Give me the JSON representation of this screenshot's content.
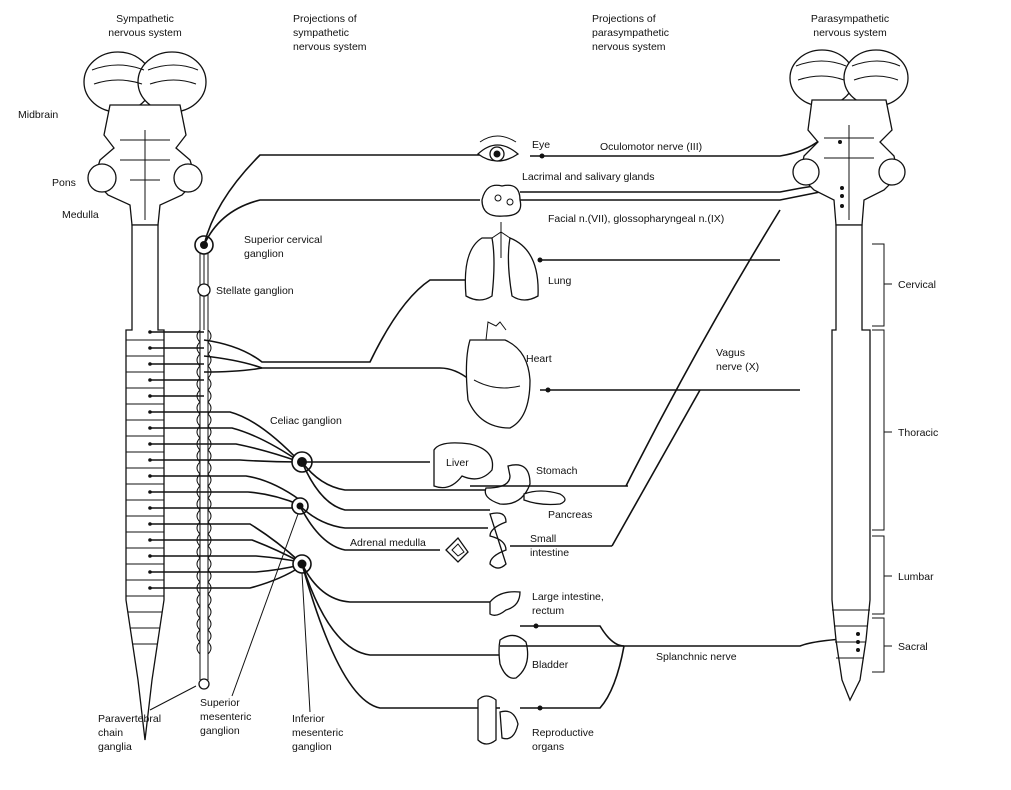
{
  "headers": {
    "sympathetic": [
      "Sympathetic",
      "nervous system"
    ],
    "proj_symp": [
      "Projections of",
      "sympathetic",
      "nervous system"
    ],
    "proj_para": [
      "Projections of",
      "parasympathetic",
      "nervous system"
    ],
    "parasympathetic": [
      "Parasympathetic",
      "nervous system"
    ]
  },
  "brain_labels": {
    "midbrain": "Midbrain",
    "pons": "Pons",
    "medulla": "Medulla"
  },
  "ganglia": {
    "superior_cervical": [
      "Superior cervical",
      "ganglion"
    ],
    "stellate": "Stellate ganglion",
    "celiac": "Celiac ganglion",
    "superior_mesenteric": [
      "Superior",
      "mesenteric",
      "ganglion"
    ],
    "inferior_mesenteric": [
      "Inferior",
      "mesenteric",
      "ganglion"
    ],
    "paravertebral": [
      "Paravertebral",
      "chain",
      "ganglia"
    ]
  },
  "organs": {
    "eye": "Eye",
    "lacrimal": "Lacrimal and salivary glands",
    "lung": "Lung",
    "heart": "Heart",
    "liver": "Liver",
    "stomach": "Stomach",
    "pancreas": "Pancreas",
    "adrenal": "Adrenal medulla",
    "small_intestine": [
      "Small",
      "intestine"
    ],
    "large_intestine": [
      "Large intestine,",
      "rectum"
    ],
    "bladder": "Bladder",
    "reproductive": [
      "Reproductive",
      "organs"
    ]
  },
  "nerves": {
    "oculomotor": "Oculomotor nerve (III)",
    "facial": "Facial n.(VII), glossopharyngeal n.(IX)",
    "vagus": [
      "Vagus",
      "nerve (X)"
    ],
    "splanchnic": "Splanchnic nerve"
  },
  "cord_regions": {
    "cervical": "Cervical",
    "thoracic": "Thoracic",
    "lumbar": "Lumbar",
    "sacral": "Sacral"
  }
}
